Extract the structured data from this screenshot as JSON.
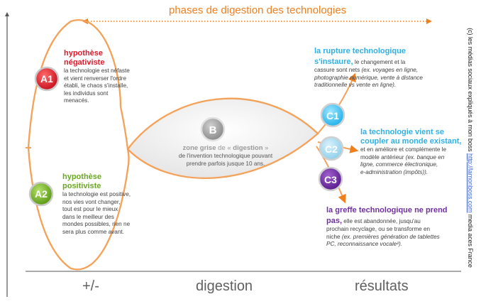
{
  "phase_title": "phases de digestion des technologies",
  "axis_labels": [
    "+/-",
    "digestion",
    "résultats"
  ],
  "side_text": {
    "before": "(c) les médias sociaux expliqués à mon boss ",
    "link": "http://lamonboss.com",
    "after": " media aces France"
  },
  "a1": {
    "badge": "A1",
    "title_1": "hypothèse",
    "title_2": "négativiste",
    "lines": [
      "la technologie est néfaste",
      "et vient renverser l'ordre",
      "établi, le chaos s'installe,",
      "les individus sont",
      "menacés."
    ]
  },
  "a2": {
    "badge": "A2",
    "title_1": "hypothèse",
    "title_2": "positiviste",
    "lines": [
      "la technologie est positive,",
      "nos vies vont changer,",
      "tout est pour le mieux",
      "dans le meilleur  des",
      "mondes possibles, rien ne",
      "sera plus comme avant."
    ]
  },
  "b": {
    "badge": "B",
    "title_a": "zone grise",
    "title_b": " de « ",
    "title_c": "digestion",
    "title_d": " »",
    "line_1": "de l'invention technologique pouvant",
    "line_2": "prendre parfois jusque 10 ans."
  },
  "c1": {
    "badge": "C1",
    "title_1": "la rupture technologique",
    "title_2": "s'instaure,",
    "text_1": " le changement et la",
    "line_2": "cassure sont nets ",
    "line_2_it": "(ex. voyages en ligne,",
    "line_3": "photographie numérique,  vente à distance",
    "line_4": "traditionnelle vs vente en ligne)."
  },
  "c2": {
    "badge": "C2",
    "title_1": "la technologie vient se",
    "title_2": "coupler au monde existant,",
    "line_1": "et en améliore et complémente le",
    "line_2": "modèle antérieur ",
    "line_2_it": "(ex. banque en",
    "line_3": "ligne, commerce électronique,",
    "line_4": "e-administration (impôts))."
  },
  "c3": {
    "badge": "C3",
    "title_1": "la greffe technologique ne prend",
    "title_2": "pas,",
    "text_2": " elle est abandonnée, jusqu'au",
    "line_2": "prochain recyclage, ou se transforme en",
    "line_3": "niche ",
    "line_3_it": "(ex. premières génération de tablettes",
    "line_4": "PC, reconnaissance vocale²)."
  },
  "colors": {
    "orange": "#f07f1e",
    "red": "#e0182a",
    "green": "#6aa81f",
    "light_blue": "#2fb0e4",
    "purple": "#7030a0",
    "grey": "#9a9a9a"
  }
}
